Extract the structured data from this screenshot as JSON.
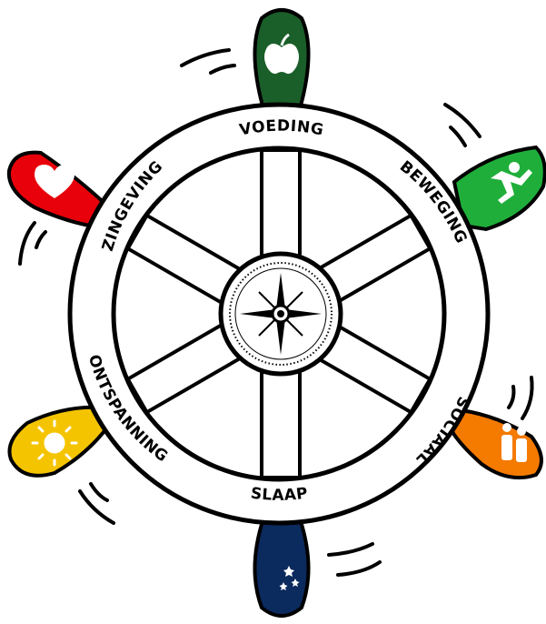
{
  "labels": {
    "top": "VOEDING",
    "top_right": "BEWEGING",
    "bottom_right": "SOCIAAL",
    "bottom": "SLAAP",
    "bottom_left": "ONTSPANNING",
    "top_left": "ZINGEVING"
  },
  "handles": [
    {
      "name": "voeding",
      "icon": "apple-icon",
      "color": "#1a5e2a"
    },
    {
      "name": "beweging",
      "icon": "runner-icon",
      "color": "#1fae3a"
    },
    {
      "name": "sociaal",
      "icon": "people-icon",
      "color": "#f47a00"
    },
    {
      "name": "slaap",
      "icon": "moon-stars-icon",
      "color": "#0b2a5e"
    },
    {
      "name": "ontspanning",
      "icon": "sun-icon",
      "color": "#f5c400"
    },
    {
      "name": "zingeving",
      "icon": "heart-icon",
      "color": "#e8000a"
    }
  ],
  "center_icon": "compass-icon"
}
